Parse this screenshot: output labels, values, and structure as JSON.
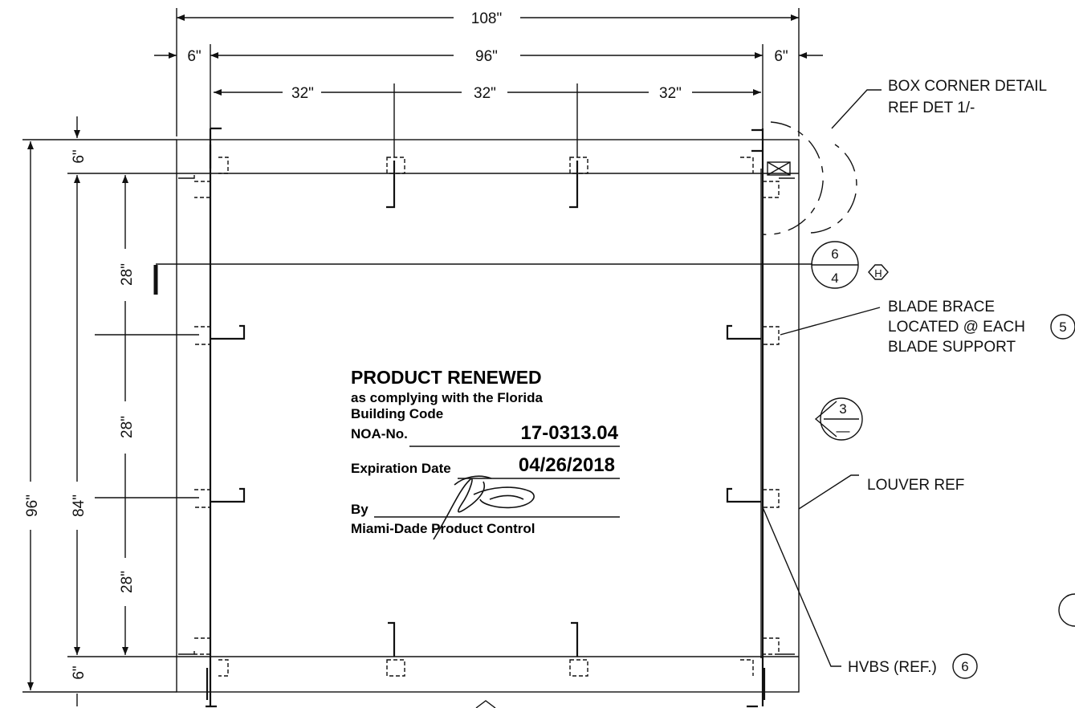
{
  "dimensions": {
    "overall_width": "108\"",
    "left_margin": "6\"",
    "inner_width": "96\"",
    "right_margin": "6\"",
    "bay_1": "32\"",
    "bay_2": "32\"",
    "bay_3": "32\"",
    "overall_height": "96\"",
    "inner_height": "84\"",
    "top_margin": "6\"",
    "bottom_margin": "6\"",
    "row_1": "28\"",
    "row_2": "28\"",
    "row_3": "28\""
  },
  "callouts": {
    "box_corner_line1": "BOX CORNER DETAIL",
    "box_corner_line2": "REF DET 1/-",
    "blade_brace_line1": "BLADE BRACE",
    "blade_brace_line2": "LOCATED @ EACH",
    "blade_brace_line3": "BLADE SUPPORT",
    "blade_brace_bubble": "5",
    "louver_ref": "LOUVER REF",
    "hvbs": "HVBS (REF.)",
    "hvbs_bubble": "6"
  },
  "section_marker": {
    "top": "6",
    "bottom": "4",
    "tag": "H"
  },
  "elevation_marker": {
    "top": "3",
    "bottom": "—"
  },
  "stamp": {
    "title": "PRODUCT RENEWED",
    "line1": "as complying with the Florida",
    "line2": "Building Code",
    "noa_label": "NOA-No.",
    "noa_number": "17-0313.04",
    "expiration_label": "Expiration Date",
    "expiration_date": "04/26/2018",
    "by_label": "By",
    "authority": "Miami-Dade Product Control"
  }
}
